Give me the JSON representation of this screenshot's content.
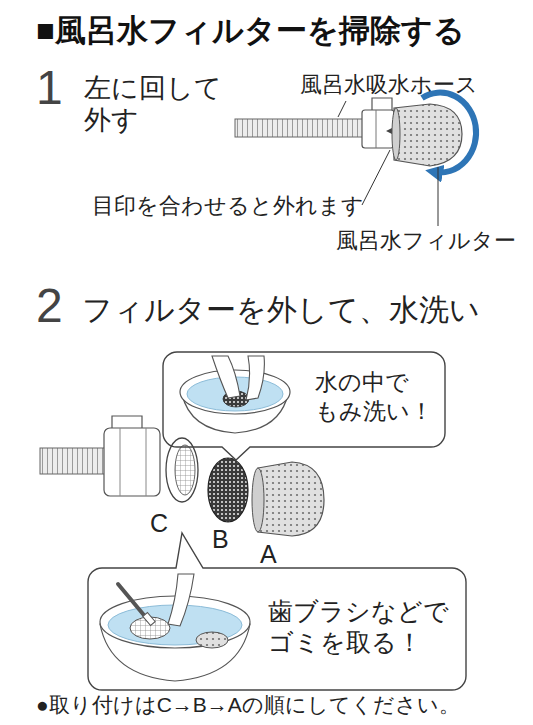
{
  "diagram": {
    "title": "■風呂水フィルターを掃除する",
    "caption": "●取り付けはC→B→Aの順にしてください。",
    "nodes": [
      {
        "text": [
          "水の中で もみ洗い！"
        ]
      },
      {
        "text": [
          "歯ブラシなどで ゴミを取る！"
        ]
      }
    ],
    "labels": [
      "1",
      "左に回して 外す",
      "風呂水吸水ホース",
      "目印を合わせると外れます",
      "風呂水フィルター",
      "2",
      "フィルターを外して、水洗い",
      "C",
      "B",
      "A"
    ]
  }
}
